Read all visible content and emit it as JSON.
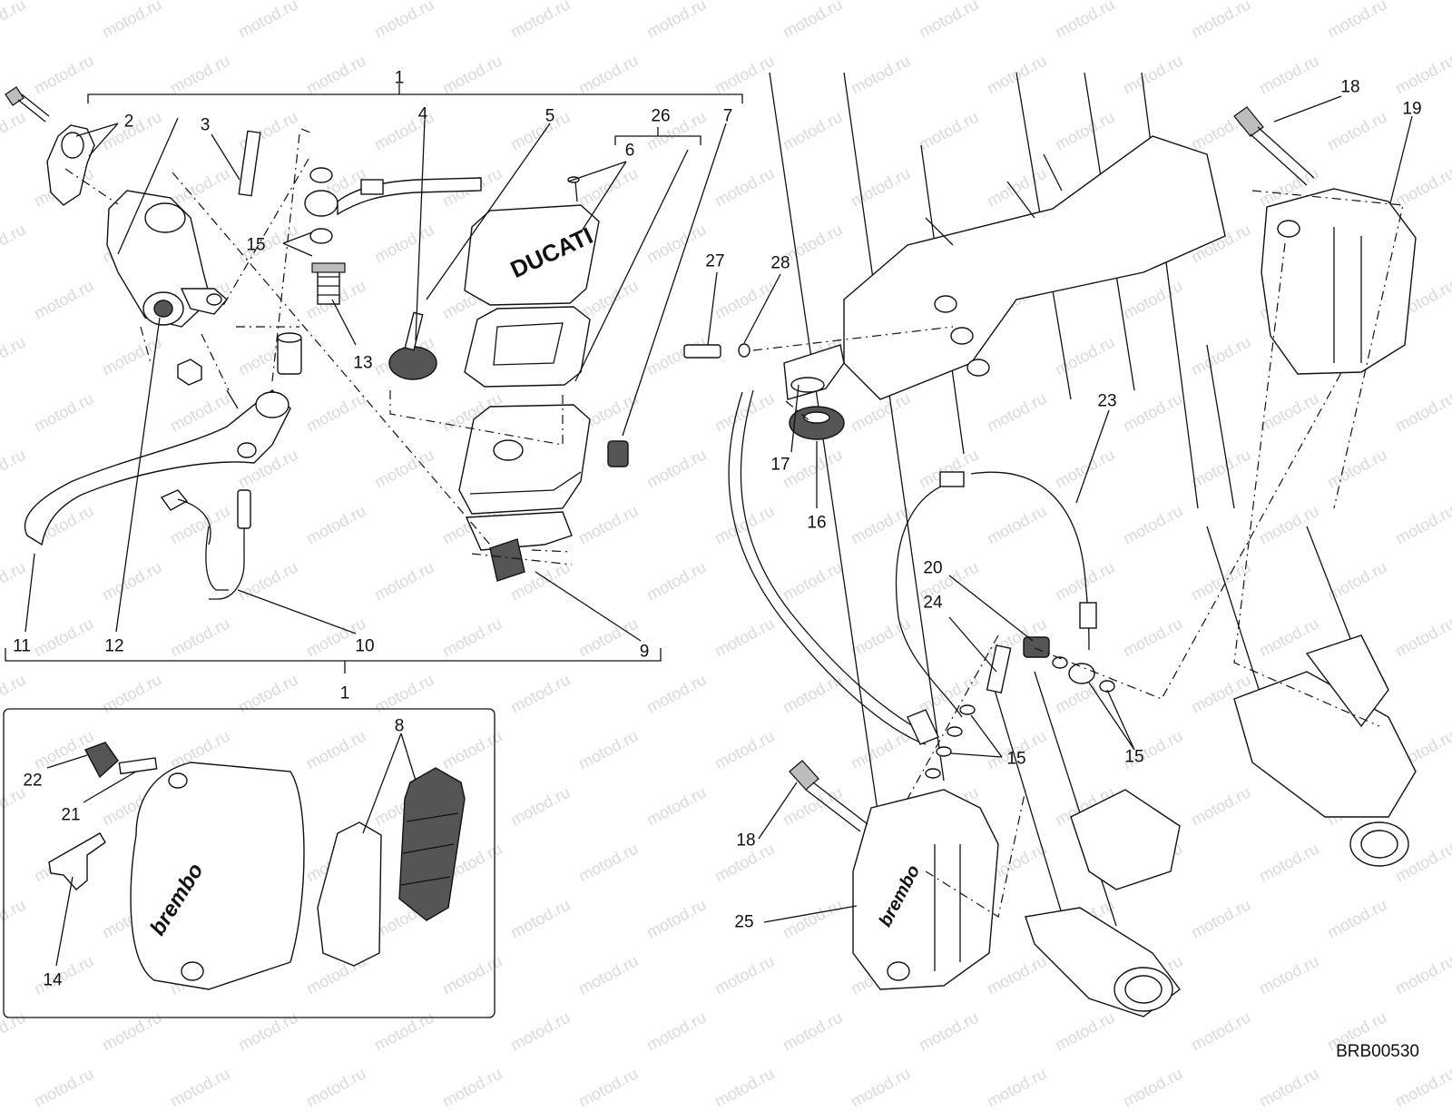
{
  "watermark": "motod.ru",
  "drawing_code": "BRB00530",
  "callouts": [
    {
      "id": "c1a",
      "text": "1"
    },
    {
      "id": "c1b",
      "text": "1"
    },
    {
      "id": "c2",
      "text": "2"
    },
    {
      "id": "c3",
      "text": "3"
    },
    {
      "id": "c4",
      "text": "4"
    },
    {
      "id": "c5",
      "text": "5"
    },
    {
      "id": "c6",
      "text": "6"
    },
    {
      "id": "c7",
      "text": "7"
    },
    {
      "id": "c8",
      "text": "8"
    },
    {
      "id": "c9",
      "text": "9"
    },
    {
      "id": "c10",
      "text": "10"
    },
    {
      "id": "c11",
      "text": "11"
    },
    {
      "id": "c12",
      "text": "12"
    },
    {
      "id": "c13",
      "text": "13"
    },
    {
      "id": "c14",
      "text": "14"
    },
    {
      "id": "c15a",
      "text": "15"
    },
    {
      "id": "c15b",
      "text": "15"
    },
    {
      "id": "c15c",
      "text": "15"
    },
    {
      "id": "c16",
      "text": "16"
    },
    {
      "id": "c17",
      "text": "17"
    },
    {
      "id": "c18a",
      "text": "18"
    },
    {
      "id": "c18b",
      "text": "18"
    },
    {
      "id": "c19",
      "text": "19"
    },
    {
      "id": "c20",
      "text": "20"
    },
    {
      "id": "c21",
      "text": "21"
    },
    {
      "id": "c22",
      "text": "22"
    },
    {
      "id": "c23",
      "text": "23"
    },
    {
      "id": "c24",
      "text": "24"
    },
    {
      "id": "c25",
      "text": "25"
    },
    {
      "id": "c26",
      "text": "26"
    },
    {
      "id": "c27",
      "text": "27"
    },
    {
      "id": "c28",
      "text": "28"
    }
  ],
  "logos": {
    "reservoir_cap": "DUCATI",
    "caliper": "brembo"
  }
}
